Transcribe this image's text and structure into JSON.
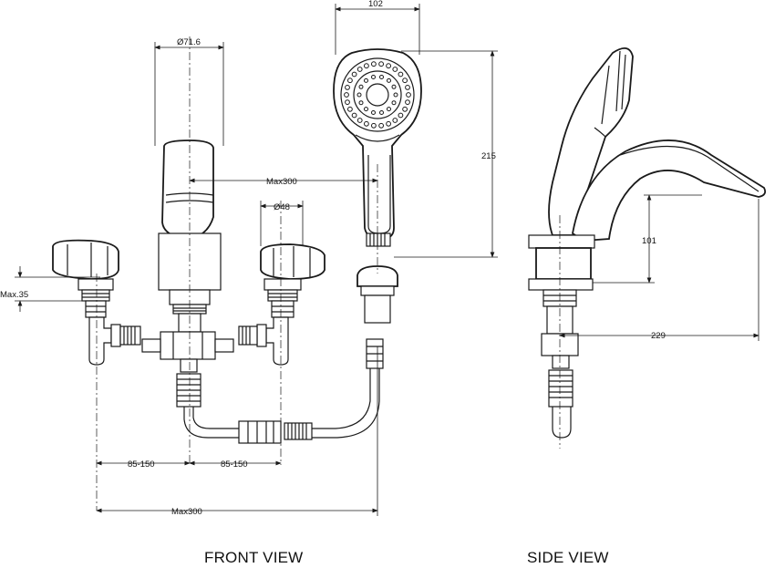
{
  "labels": {
    "front_view": "FRONT VIEW",
    "side_view": "SIDE VIEW"
  },
  "dimensions": {
    "head_width": "102",
    "spout_diameter": "Ø71.6",
    "handset_length": "215",
    "spacing_max": "Max300",
    "valve_diameter": "Ø48",
    "deck_thickness": "Max.35",
    "side_height": "101",
    "side_reach": "229",
    "left_spacing": "85-150",
    "right_spacing": "85-150",
    "overall_max": "Max300"
  }
}
